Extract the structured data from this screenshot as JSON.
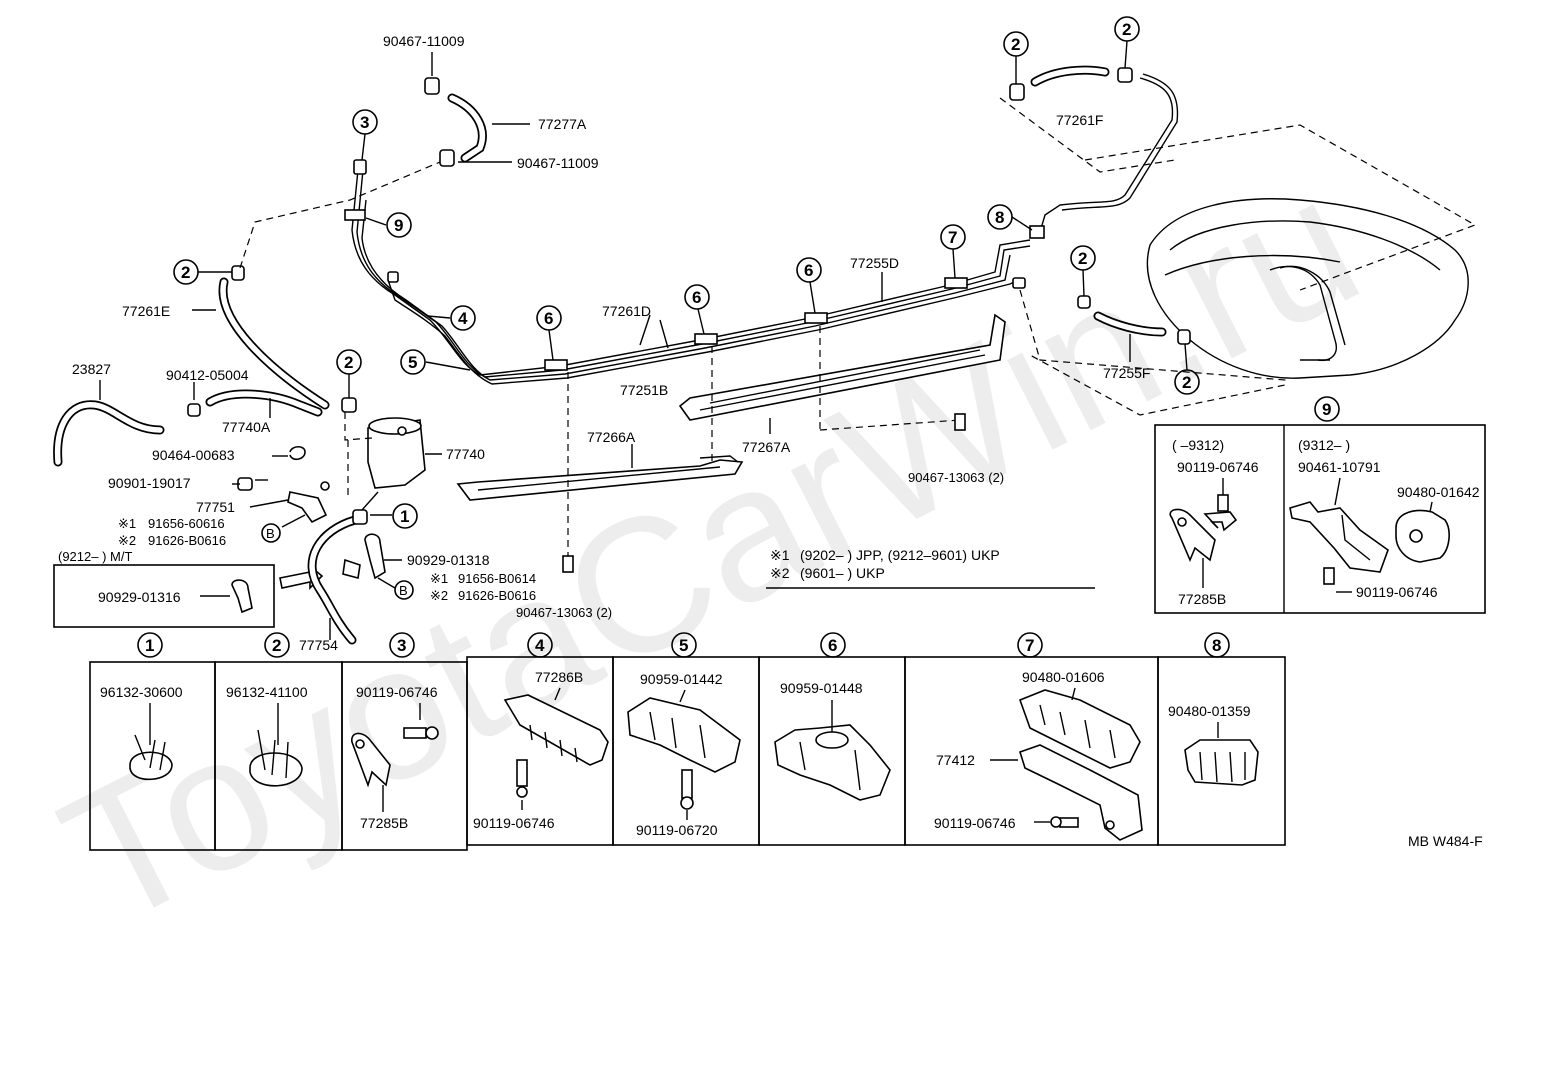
{
  "watermark": "ToyotaCarWin.ru",
  "footer_code": "MB W484-F",
  "notes": {
    "note1_mark": "※1",
    "note1_text": "(9202–        ) JPP, (9212–9601) UKP",
    "note2_mark": "※2",
    "note2_text": "(9601–        ) UKP"
  },
  "callouts": {
    "n1": "1",
    "n2": "2",
    "n3": "3",
    "n4": "4",
    "n5": "5",
    "n6": "6",
    "n7": "7",
    "n8": "8",
    "n9": "9",
    "b": "B"
  },
  "labels": {
    "p90467_11009_top": "90467-11009",
    "p77277A": "77277A",
    "p90467_11009_mid": "90467-11009",
    "p77261F": "77261F",
    "p77255D": "77255D",
    "p77261D": "77261D",
    "p77251B": "77251B",
    "p77261E": "77261E",
    "p23827": "23827",
    "p90412_05004": "90412-05004",
    "p77740A": "77740A",
    "p77740": "77740",
    "p90464_00683": "90464-00683",
    "p90901_19017": "90901-19017",
    "p77751": "77751",
    "p91656_60616": "91656-60616",
    "p91626_B0616": "91626-B0616",
    "p9212_mt": "(9212–        ) M/T",
    "p90929_01316": "90929-01316",
    "p90929_01318": "90929-01318",
    "p91656_B0614": "91656-B0614",
    "p91626_B0616b": "91626-B0616",
    "p77754": "77754",
    "p77266A": "77266A",
    "p77267A": "77267A",
    "p90467_13063_a": "90467-13063 (2)",
    "p90467_13063_b": "90467-13063 (2)",
    "p77255F": "77255F"
  },
  "box9": {
    "left_hdr": "(          –9312)",
    "left_bolt": "90119-06746",
    "left_bracket": "77285B",
    "right_hdr": "(9312–          )",
    "right_bracket": "90461-10791",
    "right_cushion": "90480-01642",
    "right_bolt": "90119-06746"
  },
  "bottom_boxes": {
    "b1_part": "96132-30600",
    "b2_part": "96132-41100",
    "b3_bolt": "90119-06746",
    "b3_bracket": "77285B",
    "b4_part": "77286B",
    "b4_bolt": "90119-06746",
    "b5_part": "90959-01442",
    "b5_bolt": "90119-06720",
    "b6_part": "90959-01448",
    "b7_part": "90480-01606",
    "b7_bracket": "77412",
    "b7_bolt": "90119-06746",
    "b8_part": "90480-01359"
  }
}
